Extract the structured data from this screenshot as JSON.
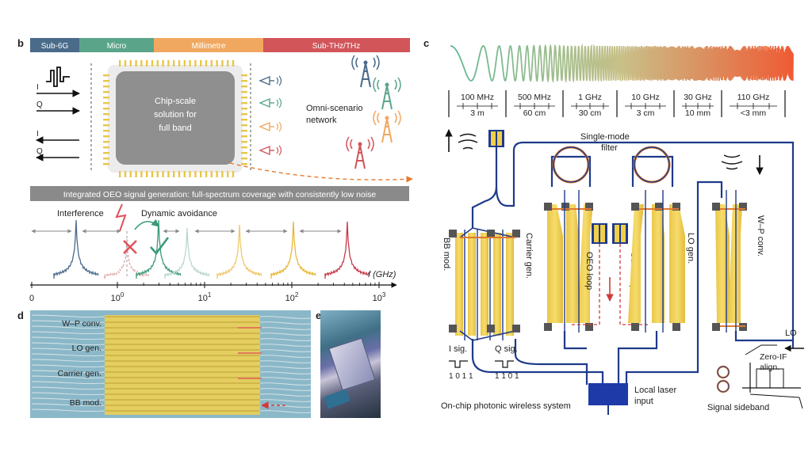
{
  "panel_b": {
    "label": "b",
    "bands": [
      {
        "name": "Sub-6G",
        "color": "#4a6b8a"
      },
      {
        "name": "Micro",
        "color": "#5aa58a"
      },
      {
        "name": "Millimetre",
        "color": "#f0a860"
      },
      {
        "name": "Sub-THz/THz",
        "color": "#d2555a"
      }
    ],
    "io_in": [
      "I",
      "Q"
    ],
    "io_out": [
      "I",
      "Q"
    ],
    "chip_text": [
      "Chip-scale",
      "solution for",
      "full band"
    ],
    "network_text": [
      "Omni-scenario",
      "network"
    ],
    "banner": "Integrated OEO signal generation: full-spectrum coverage with consistently low noise",
    "interference": "Interference",
    "dynamic_avoidance": "Dynamic avoidance",
    "axis_label": "f (GHz)",
    "axis_ticks": [
      {
        "base": "0",
        "exp": ""
      },
      {
        "base": "10",
        "exp": "0"
      },
      {
        "base": "10",
        "exp": "1"
      },
      {
        "base": "10",
        "exp": "2"
      },
      {
        "base": "10",
        "exp": "3"
      }
    ]
  },
  "panel_c": {
    "label": "c",
    "scale": [
      {
        "freq": "100 MHz",
        "wl": "3 m"
      },
      {
        "freq": "500 MHz",
        "wl": "60 cm"
      },
      {
        "freq": "1 GHz",
        "wl": "30 cm"
      },
      {
        "freq": "10 GHz",
        "wl": "3 cm"
      },
      {
        "freq": "30 GHz",
        "wl": "10 mm"
      },
      {
        "freq": "110 GHz",
        "wl": "<3 mm"
      }
    ],
    "single_mode": "Single-mode",
    "filter": "filter",
    "bb_mod": "BB mod.",
    "carrier_gen": "Carrier gen.",
    "oeo_loop": "OEO loop",
    "lo_gen": "LO gen.",
    "wp_conv": "W–P conv.",
    "i_sig": "I sig.",
    "q_sig": "Q sig.",
    "i_bits": "1 0 1 1",
    "q_bits": "1 1 0 1",
    "local_laser": [
      "Local laser",
      "input"
    ],
    "lo": "LO",
    "zero_if": [
      "Zero-IF",
      "align."
    ],
    "signal_sideband": "Signal sideband",
    "system_caption": "On-chip photonic wireless system"
  },
  "panel_d": {
    "label": "d",
    "labels": [
      "W–P conv.",
      "LO gen.",
      "Carrier gen.",
      "BB mod."
    ]
  },
  "panel_e": {
    "label": "e"
  }
}
